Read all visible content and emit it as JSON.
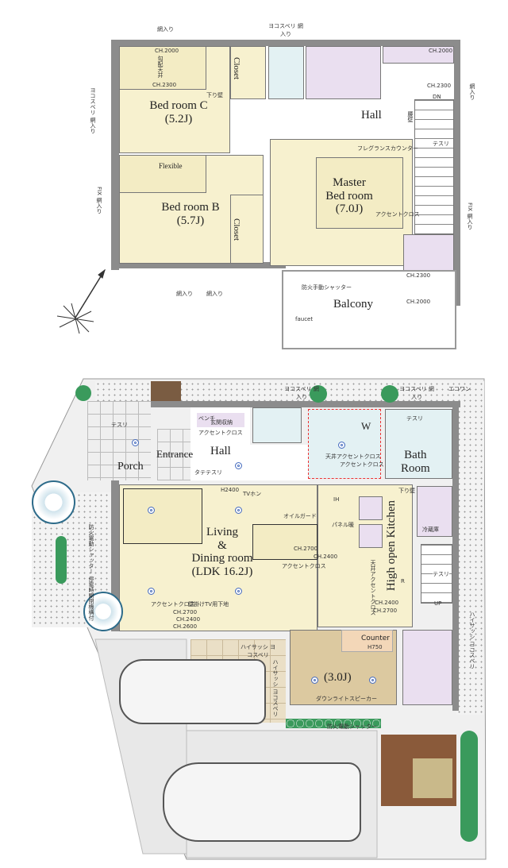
{
  "upper_floor": {
    "bedroom_c": {
      "name": "Bed room C",
      "size": "(5.2J)"
    },
    "bedroom_b": {
      "name": "Bed room B",
      "size": "(5.7J)"
    },
    "master": {
      "name1": "Master",
      "name2": "Bed room",
      "size": "(7.0J)"
    },
    "hall": "Hall",
    "balcony": "Balcony",
    "closet": "Closet",
    "flexible": "Flexible",
    "notes": {
      "ch2000": "CH.2000",
      "ch2300": "CH.2300",
      "slope_ceiling": "勾配天井",
      "drop_wall": "下り壁",
      "wired_glass": "網入り",
      "sliding_wired": "ヨコスベリ 網入り",
      "fix_wired": "FIX 網入り",
      "dn": "DN",
      "handrail": "テスリ",
      "fragrance_counter": "フレグランスカウンター",
      "accent_cloth": "アクセントクロス",
      "fire_shutter_manual": "防火手動シャッター",
      "faucet": "faucet",
      "kabe": "腰壁"
    }
  },
  "ground_floor": {
    "porch": "Porch",
    "entrance": "Entrance",
    "hall": "Hall",
    "bath": {
      "line1": "Bath",
      "line2": "Room"
    },
    "washroom": "W",
    "ldk": {
      "line1": "Living",
      "line2": "&",
      "line3": "Dining room",
      "line4": "(LDK 16.2J)"
    },
    "kitchen": {
      "line1": "High open",
      "line2": "Kitchen"
    },
    "tatami": "(3.0J)",
    "counter": "Counter",
    "counter_height": "H750",
    "notes": {
      "bench": "ベンチ",
      "entrance_storage": "玄関収納",
      "accent_cloth": "アクセントクロス",
      "ceiling_accent": "天井アクセントクロス",
      "tate_handrail": "タテテスリ",
      "h2400": "H2400",
      "tv_phone": "TVホン",
      "oil_guard": "オイルガード",
      "ih": "IH",
      "panel_heater": "パネル暖",
      "ch2700": "CH.2700",
      "ch2400": "CH.2400",
      "ch2600": "CH.2600",
      "wall_tv": "壁掛けTV用下地",
      "fridge": "冷蔵庫",
      "r": "R",
      "up": "UP",
      "handrail": "テスリ",
      "drop_wall": "下り壁",
      "sliding_wired": "ヨコスベリ 網入り",
      "aircon": "エコワン",
      "high_sash": "ハイサッシ ヨコスベリ",
      "high_sash2": "ハイサッシ ヨコスベリ",
      "downlight_speaker": "ダウンライトスピーカー",
      "fire_shutter_electric": "防火電動シャッター",
      "shutter_side": "防火電動シャッター 停電時開閉機構付"
    }
  }
}
